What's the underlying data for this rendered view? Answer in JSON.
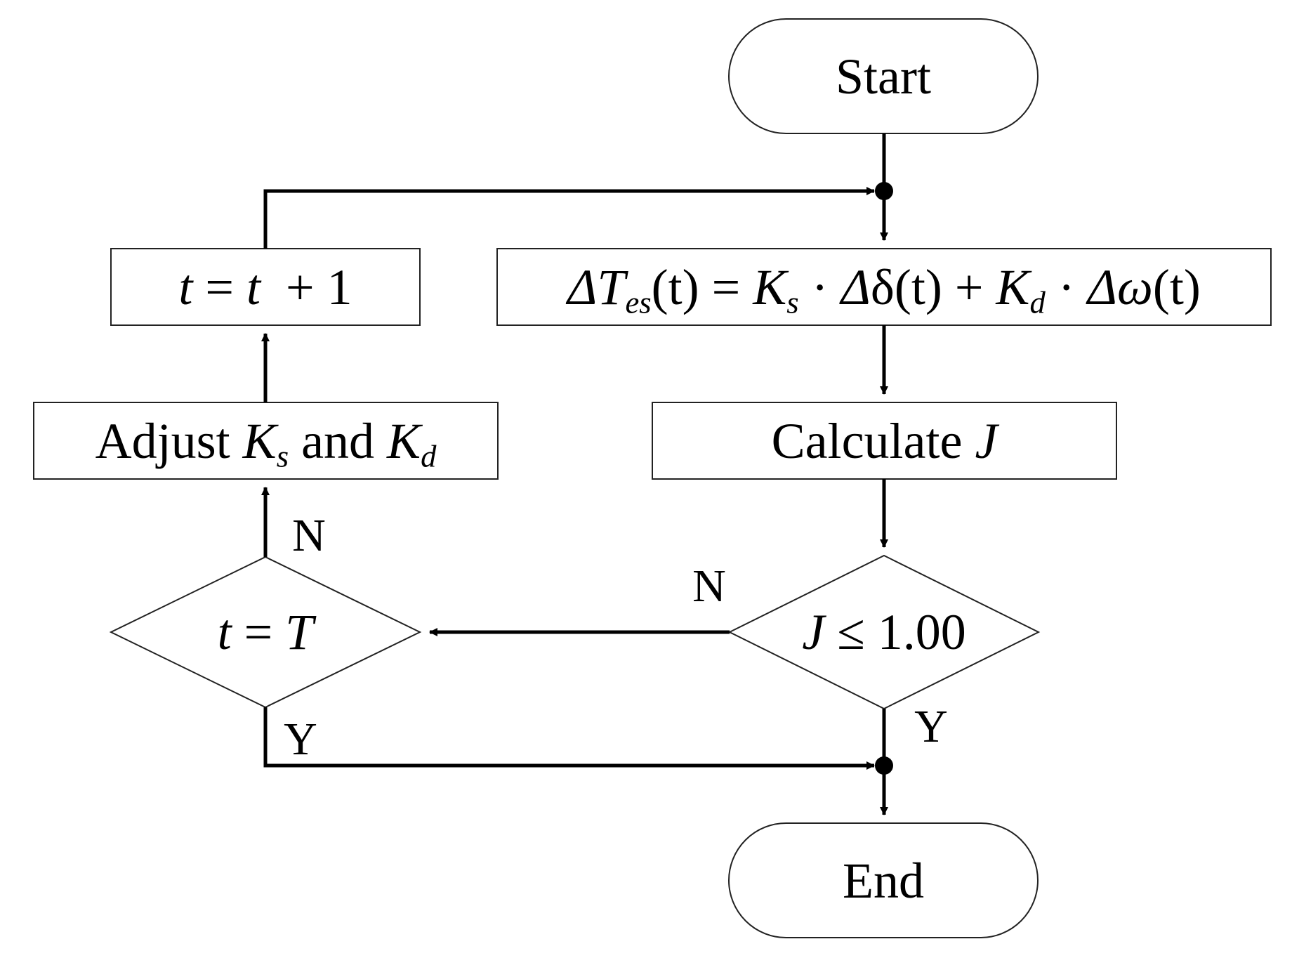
{
  "nodes": {
    "start": {
      "label": "Start"
    },
    "formula": {
      "delta": "Δ",
      "T": "T",
      "es": "es",
      "paren_t": "(t)",
      "eq": " = ",
      "Ks": "K",
      "s": "s",
      "dot1": " · ",
      "delta2": "Δ",
      "ddelta": "δ",
      "paren_t2": "(t)",
      "plus": " + ",
      "Kd": "K",
      "d": "d",
      "dot2": " · ",
      "delta3": "Δ",
      "omega": "ω",
      "paren_t3": "(t)"
    },
    "calculate": {
      "prefix": "Calculate ",
      "var": "J"
    },
    "decision_j": {
      "var": "J",
      "rest": " ≤ 1.00"
    },
    "decision_t": {
      "lhs": "t",
      "eq": " = ",
      "rhs": "T"
    },
    "adjust": {
      "prefix": "Adjust ",
      "Ks": "K",
      "s": "s",
      "and": " and ",
      "Kd": "K",
      "d": "d"
    },
    "increment": {
      "lhs": "t",
      "eq": " = ",
      "rhs": "t",
      "tail": "  + 1"
    },
    "end": {
      "label": "End"
    }
  },
  "branch_labels": {
    "j_no": "N",
    "j_yes": "Y",
    "t_no": "N",
    "t_yes": "Y"
  }
}
